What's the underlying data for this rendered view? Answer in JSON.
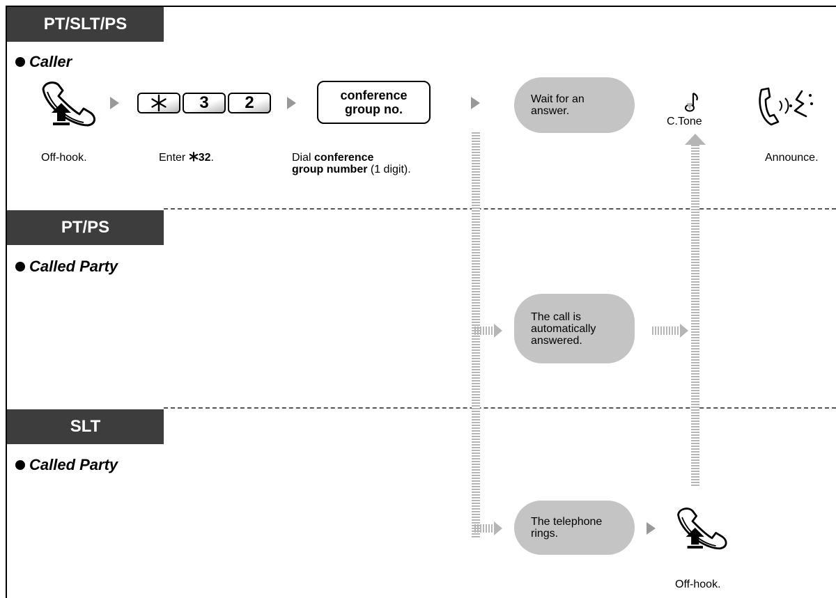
{
  "sections": {
    "caller": {
      "header": "PT/SLT/PS",
      "role": "Caller"
    },
    "pt_ps": {
      "header": "PT/PS",
      "role": "Called Party"
    },
    "slt": {
      "header": "SLT",
      "role": "Called Party"
    }
  },
  "caller_steps": {
    "offhook_caption": "Off-hook.",
    "enter_prefix": "Enter ",
    "enter_code": "32",
    "enter_suffix": ".",
    "keys": [
      "3",
      "2"
    ],
    "dial_box_line1": "conference",
    "dial_box_line2": "group no.",
    "dial_caption_pre": "Dial ",
    "dial_caption_bold1": "conference",
    "dial_caption_bold2": "group number",
    "dial_caption_post": " (1 digit).",
    "wait_bubble_line1": "Wait for an",
    "wait_bubble_line2": "answer.",
    "ctone_label": "C.Tone",
    "announce_caption": "Announce."
  },
  "pt_ps_steps": {
    "bubble_line1": "The call is",
    "bubble_line2": "automatically",
    "bubble_line3": "answered."
  },
  "slt_steps": {
    "bubble_line1": "The telephone",
    "bubble_line2": "rings.",
    "offhook_caption": "Off-hook."
  },
  "colors": {
    "header_bg": "#3d3d3d",
    "bubble": "#c4c4c4",
    "arrow": "#999999"
  }
}
